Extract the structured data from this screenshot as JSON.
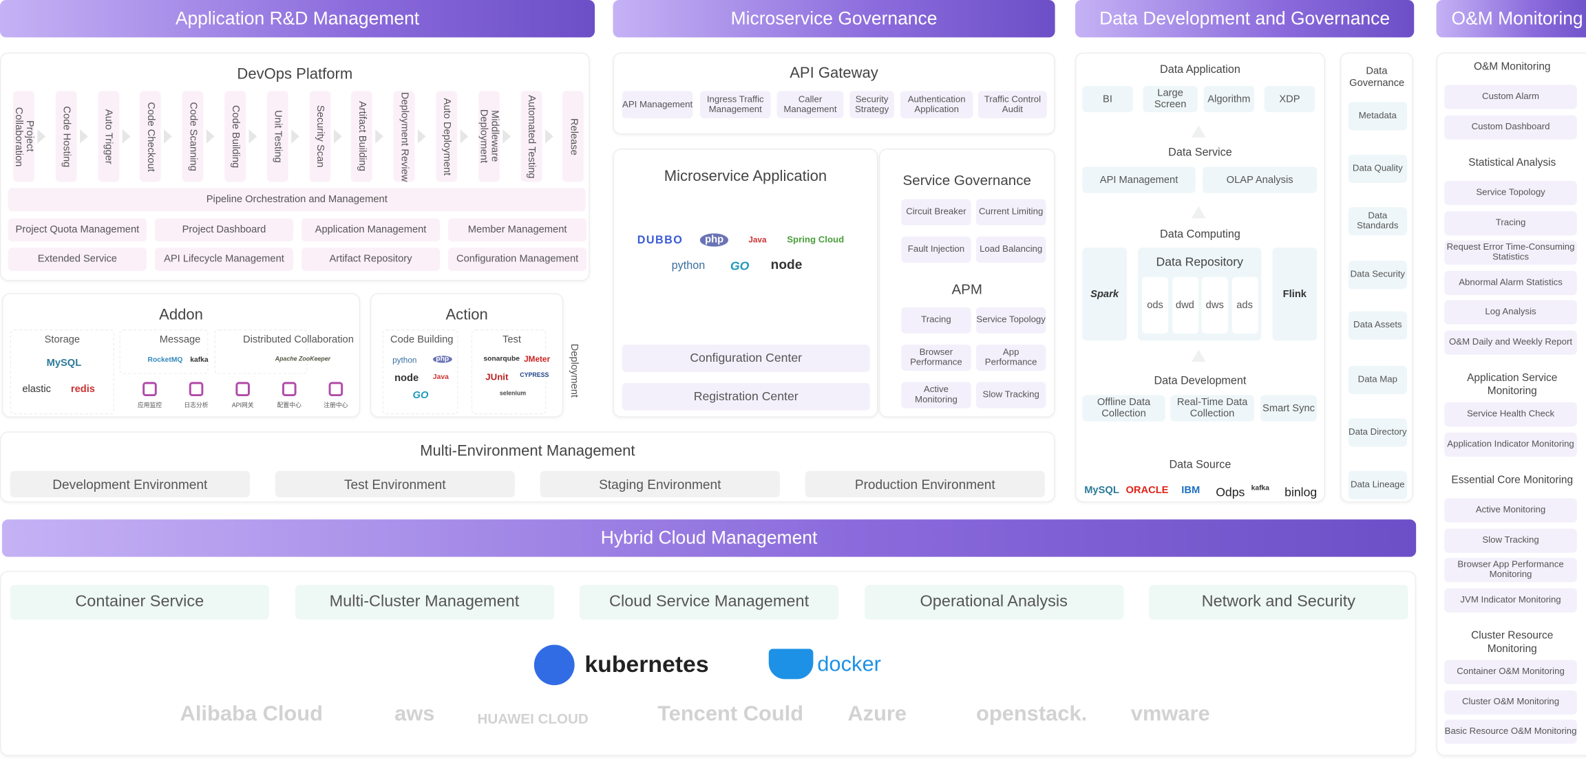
{
  "headers": {
    "rd": "Application R&D Management",
    "ms": "Microservice Governance",
    "dd": "Data Development and Governance",
    "om": "O&M Monitoring"
  },
  "devops": {
    "title": "DevOps Platform",
    "steps": [
      "Project Collaboration",
      "Code Hosting",
      "Auto Trigger",
      "Code Checkout",
      "Code Scanning",
      "Code Building",
      "Unit Testing",
      "Security Scan",
      "Artifact Building",
      "Deployment Review",
      "Auto Deployment",
      "Middleware Deployment",
      "Automated Testing",
      "Release"
    ],
    "pipeline": "Pipeline Orchestration and Management",
    "modules": [
      "Project Quota Management",
      "Project Dashboard",
      "Application Management",
      "Member Management",
      "Extended Service",
      "API Lifecycle Management",
      "Artifact Repository",
      "Configuration Management"
    ]
  },
  "addon": {
    "title": "Addon",
    "storage": "Storage",
    "message": "Message",
    "dist": "Distributed Collaboration",
    "storage_logos": [
      "MySQL",
      "elastic",
      "redis"
    ],
    "message_logos": [
      "RocketMQ",
      "kafka"
    ],
    "dist_logos": [
      "Apache ZooKeeper"
    ],
    "tools": [
      "应用监控",
      "日志分析",
      "API网关",
      "配置中心",
      "注册中心"
    ]
  },
  "action": {
    "title": "Action",
    "code": "Code Building",
    "test": "Test",
    "deployment": "Deployment",
    "code_logos": [
      "python",
      "php",
      "node",
      "Java",
      "GO"
    ],
    "test_logos": [
      "sonarqube",
      "JMeter",
      "JUnit",
      "CYPRESS",
      "selenium"
    ]
  },
  "gateway": {
    "title": "API Gateway",
    "items": [
      "API Management",
      "Ingress Traffic Management",
      "Caller Management",
      "Security Strategy",
      "Authentication Application",
      "Traffic Control Audit"
    ]
  },
  "msapp": {
    "title": "Microservice Application",
    "logos": [
      "DUBBO",
      "php",
      "Java",
      "Spring Cloud",
      "python",
      "GO",
      "node"
    ],
    "config": "Configuration Center",
    "registry": "Registration Center"
  },
  "gov": {
    "title": "Service Governance",
    "items": [
      "Circuit Breaker",
      "Current Limiting",
      "Fault Injection",
      "Load Balancing"
    ],
    "apm": "APM",
    "apm_items": [
      "Tracing",
      "Service Topology",
      "Browser Performance",
      "App Performance",
      "Active Monitoring",
      "Slow Tracking"
    ]
  },
  "env": {
    "title": "Multi-Environment Management",
    "items": [
      "Development Environment",
      "Test Environment",
      "Staging Environment",
      "Production Environment"
    ]
  },
  "data": {
    "app": "Data Application",
    "app_items": [
      "BI",
      "Large Screen",
      "Algorithm",
      "XDP"
    ],
    "service": "Data Service",
    "service_items": [
      "API Management",
      "OLAP Analysis"
    ],
    "computing": "Data Computing",
    "spark": "Spark",
    "flink": "Flink",
    "repo": "Data Repository",
    "layers": [
      "ods",
      "dwd",
      "dws",
      "ads"
    ],
    "dev": "Data Development",
    "dev_items": [
      "Offline Data Collection",
      "Real-Time Data Collection",
      "Smart Sync"
    ],
    "source": "Data Source",
    "sources": [
      "MySQL",
      "ORACLE",
      "IBM",
      "Odps",
      "kafka",
      "binlog"
    ]
  },
  "dgov": {
    "title": "Data Governance",
    "items": [
      "Metadata",
      "Data Quality",
      "Data Standards",
      "Data Security",
      "Data Assets",
      "Data Map",
      "Data Directory",
      "Data Lineage"
    ]
  },
  "om": {
    "groups": [
      {
        "title": "O&M Monitoring",
        "items": [
          "Custom Alarm",
          "Custom Dashboard"
        ]
      },
      {
        "title": "Statistical Analysis",
        "items": [
          "Service Topology",
          "Tracing",
          "Request Error Time-Consuming Statistics",
          "Abnormal Alarm Statistics",
          "Log Analysis",
          "O&M Daily and Weekly Report"
        ]
      },
      {
        "title": "Application Service Monitoring",
        "items": [
          "Service Health Check",
          "Application Indicator Monitoring"
        ]
      },
      {
        "title": "Essential Core Monitoring",
        "items": [
          "Active Monitoring",
          "Slow Tracking",
          "Browser App Performance Monitoring",
          "JVM Indicator Monitoring"
        ]
      },
      {
        "title": "Cluster Resource Monitoring",
        "items": [
          "Container O&M Monitoring",
          "Cluster O&M Monitoring",
          "Basic Resource O&M Monitoring"
        ]
      }
    ]
  },
  "hybrid": {
    "title": "Hybrid Cloud Management",
    "items": [
      "Container Service",
      "Multi-Cluster Management",
      "Cloud Service Management",
      "Operational Analysis",
      "Network and Security"
    ],
    "k8s": "kubernetes",
    "docker": "docker",
    "clouds": [
      "Alibaba Cloud",
      "aws",
      "HUAWEI CLOUD",
      "Tencent Could",
      "Azure",
      "openstack.",
      "vmware"
    ]
  }
}
